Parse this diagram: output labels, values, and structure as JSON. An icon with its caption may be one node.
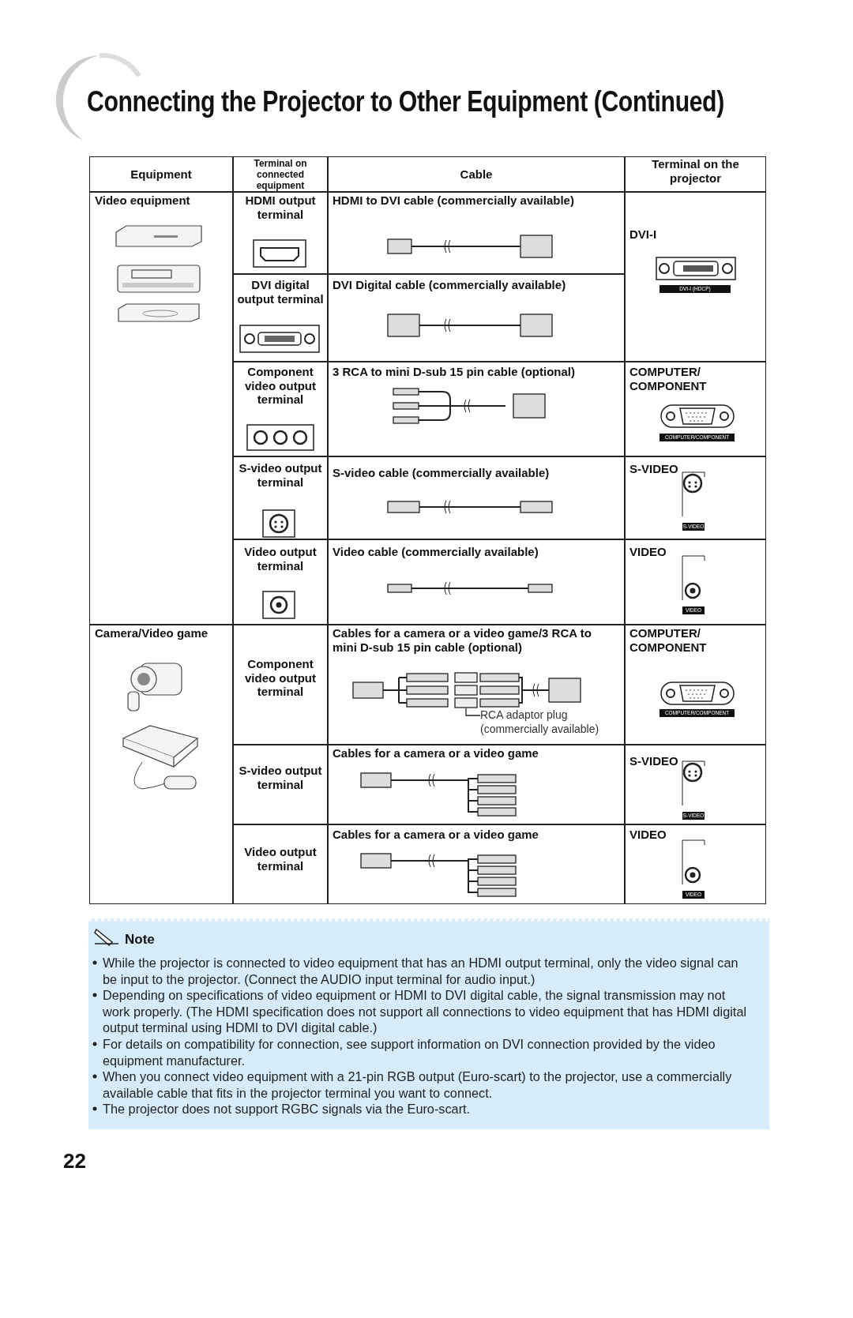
{
  "diagram": {
    "title": "Connecting the Projector to Other Equipment (Continued)",
    "nodes": [
      {
        "text": [
          "RCA adaptor plug (commercially available)"
        ]
      },
      {
        "text": [],
        "shape": "picture"
      }
    ],
    "edges": [
      {
        "from": 0,
        "to": 1,
        "arrow": "none"
      }
    ],
    "labels": [
      "Equipment",
      "Terminal on connected equipment",
      "Cable",
      "Terminal on the projector",
      "Video equipment",
      "HDMI output terminal",
      "HDMI to DVI cable (commercially available)",
      "DVI-I",
      "DVI-I (HDCP)",
      "DVI digital output terminal",
      "DVI Digital cable (commercially available)",
      "Component video output terminal",
      "3 RCA to mini D-sub 15 pin cable (optional)",
      "COMPUTER/ COMPONENT",
      "COMPUTER/COMPONENT",
      "S-video output terminal",
      "S-video cable (commercially available)",
      "S-VIDEO",
      "S-VIDEO",
      "Video output terminal",
      "Video cable (commercially available)",
      "VIDEO",
      "VIDEO",
      "Camera/Video game",
      "Component video output terminal",
      "Cables for a camera or a video game/3 RCA to mini D-sub 15 pin cable (optional)",
      "COMPUTER/ COMPONENT",
      "COMPUTER/COMPONENT",
      "S-video output terminal",
      "Cables for a camera or a video game",
      "S-VIDEO",
      "S-VIDEO",
      "Video output terminal",
      "Cables for a camera or a video game",
      "VIDEO",
      "VIDEO",
      "Note",
      "While the projector is connected to video equipment that has an HDMI output terminal, only the video signal can be input to the projector. (Connect the AUDIO input terminal for audio input.)",
      "Depending on specifications of video equipment or HDMI to DVI digital cable, the signal transmission may not work properly. (The HDMI specification does not support all connections to video equipment that has HDMI digital output terminal using HDMI to DVI digital cable.)",
      "For details on compatibility for connection, see support information on DVI connection provided by the video equipment manufacturer.",
      "When you connect video equipment with a 21-pin RGB output (Euro-scart) to the projector, use a commercially available cable that fits in the projector terminal you want to connect.",
      "The projector does not support RGBC signals via the Euro-scart.",
      "22"
    ]
  }
}
